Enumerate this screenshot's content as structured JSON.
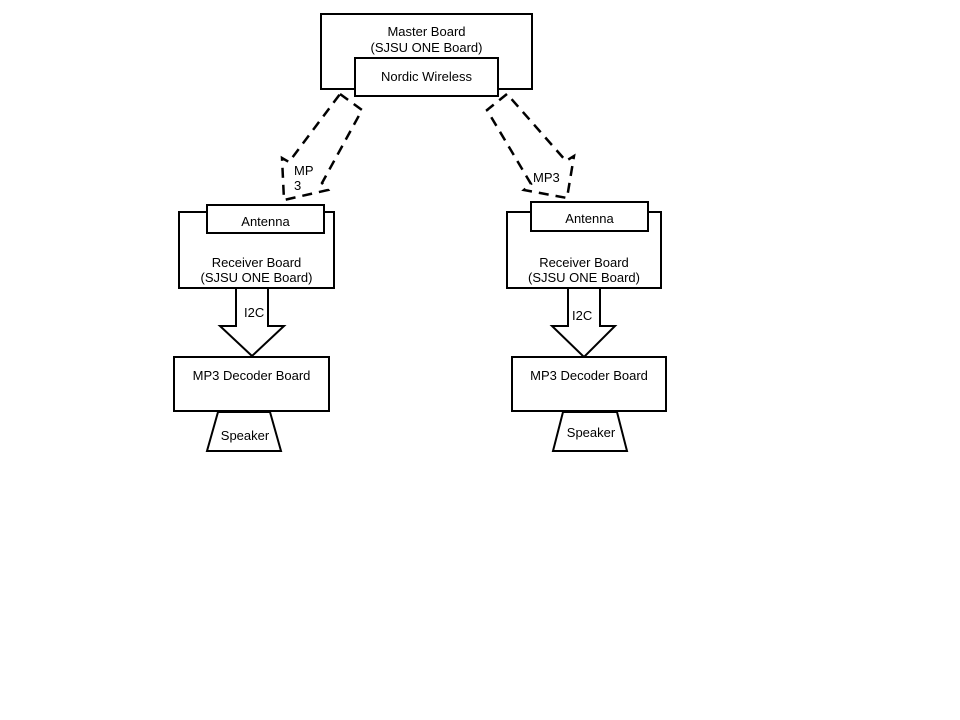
{
  "master": {
    "title": "Master Board",
    "subtitle": "(SJSU ONE Board)",
    "wireless": "Nordic Wireless"
  },
  "left": {
    "link_label_line1": "MP",
    "link_label_line2": "3",
    "antenna": "Antenna",
    "receiver_title": "Receiver Board",
    "receiver_subtitle": "(SJSU ONE Board)",
    "bus_label": "I2C",
    "decoder": "MP3 Decoder Board",
    "speaker": "Speaker"
  },
  "right": {
    "link_label": "MP3",
    "antenna": "Antenna",
    "receiver_title": "Receiver Board",
    "receiver_subtitle": "(SJSU ONE Board)",
    "bus_label": "I2C",
    "decoder": "MP3 Decoder Board",
    "speaker": "Speaker"
  }
}
